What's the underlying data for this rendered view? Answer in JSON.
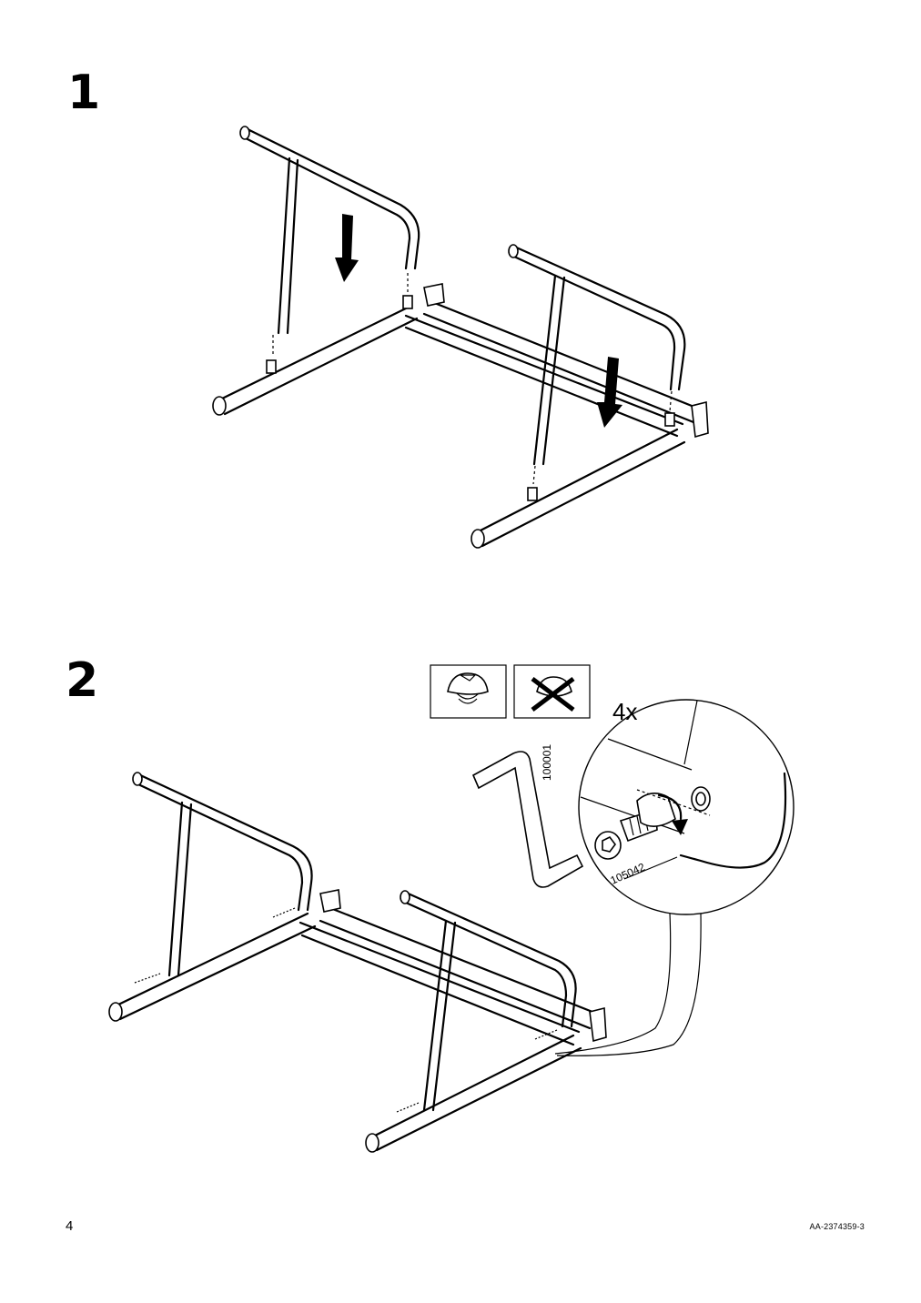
{
  "steps": [
    {
      "number": "1"
    },
    {
      "number": "2",
      "quantity": "4x",
      "parts": {
        "allen_key": "100001",
        "bolt": "105042"
      }
    }
  ],
  "footer": {
    "page_number": "4",
    "doc_id": "AA-2374359-3"
  },
  "icons": [
    "downward-arrow-icon",
    "allen-key-icon",
    "bolt-icon",
    "do-not-overtighten-icon",
    "overtighten-crossed-icon"
  ]
}
